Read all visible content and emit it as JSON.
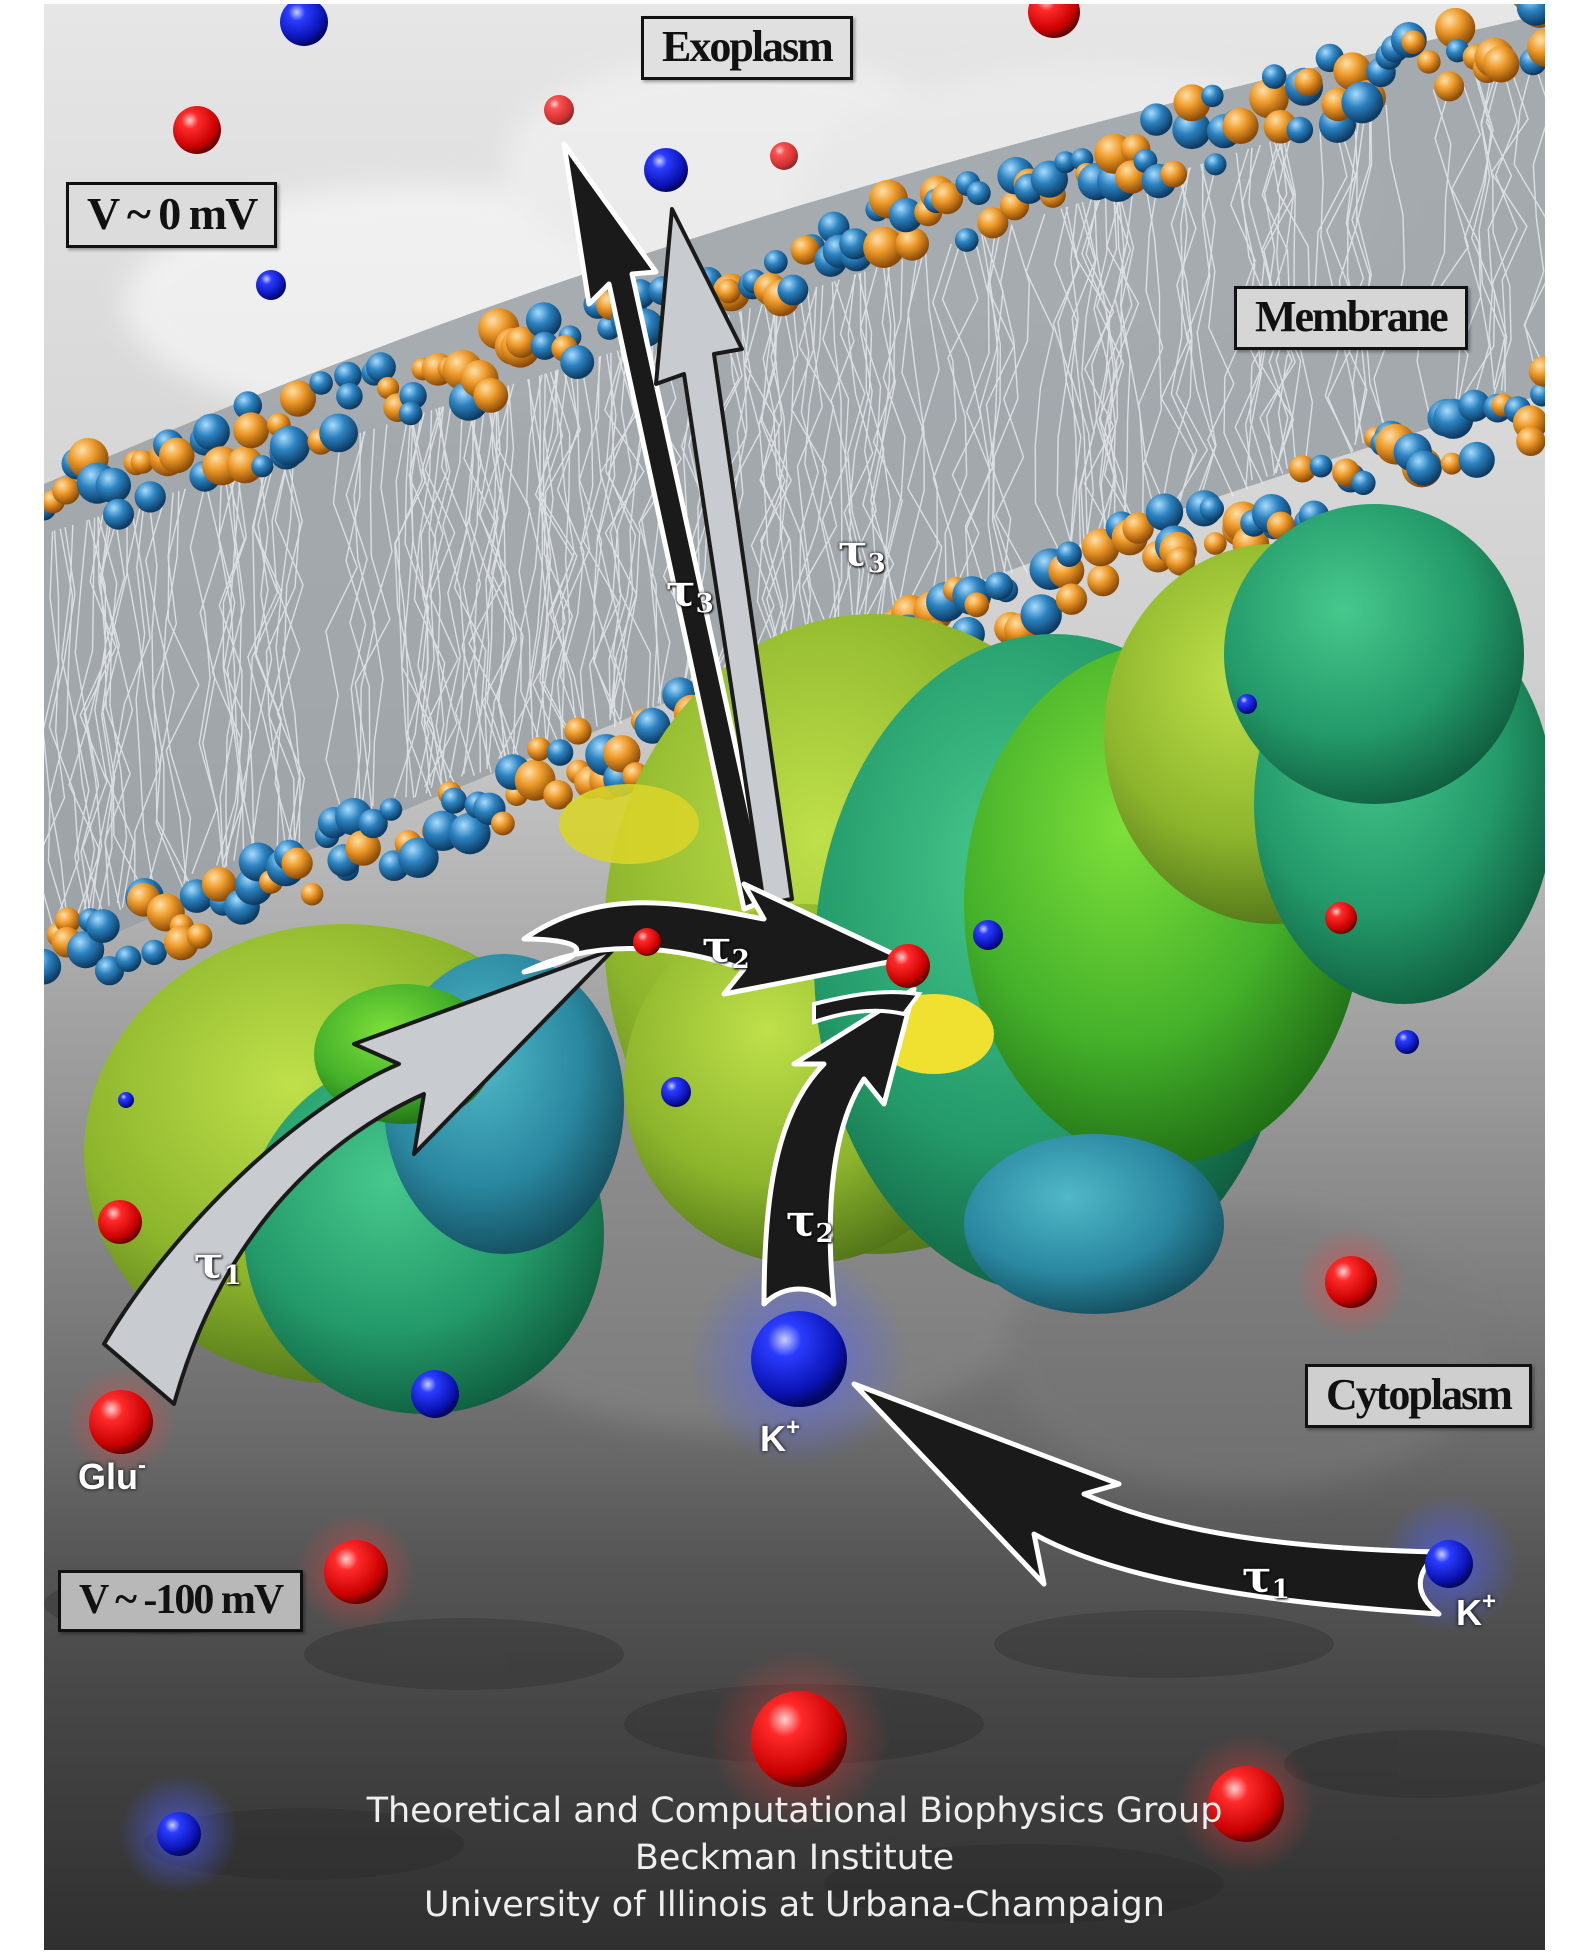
{
  "labels": {
    "exoplasm": "Exoplasm",
    "membrane": "Membrane",
    "cytoplasm": "Cytoplasm",
    "v_top": "V ~ 0 mV",
    "v_bottom": "V ~ -100 mV"
  },
  "taus": {
    "tau1_left": {
      "sym": "τ",
      "idx": "1"
    },
    "tau1_right": {
      "sym": "τ",
      "idx": "1"
    },
    "tau2_top": {
      "sym": "τ",
      "idx": "2"
    },
    "tau2_low": {
      "sym": "τ",
      "idx": "2"
    },
    "tau3_left": {
      "sym": "τ",
      "idx": "3"
    },
    "tau3_right": {
      "sym": "τ",
      "idx": "3"
    }
  },
  "ions": {
    "glu": {
      "name": "Glu",
      "charge": "-"
    },
    "k_center": {
      "name": "K",
      "charge": "+"
    },
    "k_right": {
      "name": "K",
      "charge": "+"
    }
  },
  "credits": [
    "Theoretical and Computational Biophysics Group",
    "Beckman Institute",
    "University of Illinois at Urbana-Champaign"
  ],
  "colors": {
    "sodium_red": "#e00000",
    "potassium_blue": "#1020d0",
    "lipid_head_orange": "#e08a1c",
    "lipid_head_blue": "#1f6fa8",
    "protein_green": "#2f9a6a",
    "protein_yellow": "#b8d42c",
    "arrow_black": "#1a1a1a",
    "arrow_grey": "#c8ccd0"
  }
}
